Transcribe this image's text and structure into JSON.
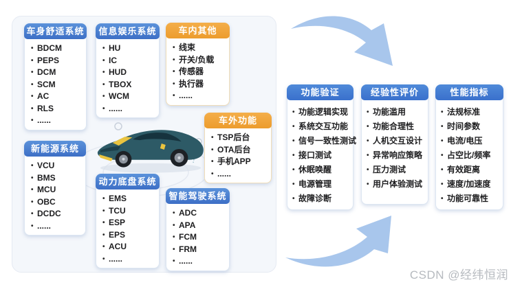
{
  "diagram": {
    "left_panel": {
      "boxes": [
        {
          "title": "车身舒适系统",
          "theme": "blue",
          "items": [
            "BDCM",
            "PEPS",
            "DCM",
            "SCM",
            "AC",
            "RLS",
            "......"
          ]
        },
        {
          "title": "信息娱乐系统",
          "theme": "blue",
          "items": [
            "HU",
            "IC",
            "HUD",
            "TBOX",
            "WCM",
            "......"
          ]
        },
        {
          "title": "车内其他",
          "theme": "orange",
          "items": [
            "线束",
            "开关/负载",
            "传感器",
            "执行器",
            "......"
          ]
        },
        {
          "title": "车外功能",
          "theme": "orange",
          "items": [
            "TSP后台",
            "OTA后台",
            "手机APP",
            "......"
          ]
        },
        {
          "title": "新能源系统",
          "theme": "blue",
          "items": [
            "VCU",
            "BMS",
            "MCU",
            "OBC",
            "DCDC",
            "......"
          ]
        },
        {
          "title": "动力底盘系统",
          "theme": "blue",
          "items": [
            "EMS",
            "TCU",
            "ESP",
            "EPS",
            "ACU",
            "......"
          ]
        },
        {
          "title": "智能驾驶系统",
          "theme": "blue",
          "items": [
            "ADC",
            "APA",
            "FCM",
            "FRM",
            "......"
          ]
        }
      ]
    },
    "right_columns": [
      {
        "title": "功能验证",
        "items": [
          "功能逻辑实现",
          "系统交互功能",
          "信号一致性测试",
          "接口测试",
          "休眠唤醒",
          "电源管理",
          "故障诊断"
        ]
      },
      {
        "title": "经验性评价",
        "items": [
          "功能滥用",
          "功能合理性",
          "人机交互设计",
          "异常响应策略",
          "压力测试",
          "用户体验测试"
        ]
      },
      {
        "title": "性能指标",
        "items": [
          "法规标准",
          "时间参数",
          "电流/电压",
          "占空比/频率",
          "有效距离",
          "速度/加速度",
          "功能可靠性"
        ]
      }
    ]
  },
  "watermark": "CSDN @经纬恒润",
  "colors": {
    "blue_header": "#4479cd",
    "orange_header": "#f0a33c",
    "arrow": "#a8c6ec",
    "panel_bg": "#f4f7fb",
    "car_body": "#2d5a66",
    "car_stripe": "#eac43f"
  },
  "icons": {
    "bullet": "•"
  }
}
